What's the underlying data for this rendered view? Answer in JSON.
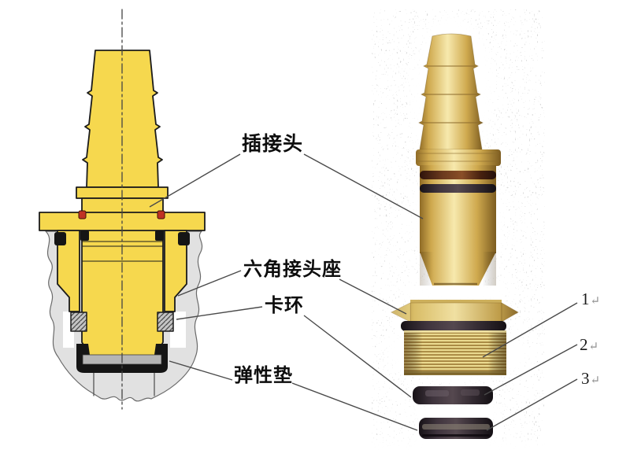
{
  "figure": {
    "part_labels": [
      {
        "id": "plug-connector",
        "text": "插接头"
      },
      {
        "id": "hex-seat",
        "text": "六角接头座"
      },
      {
        "id": "snap-ring",
        "text": "卡环"
      },
      {
        "id": "elastic-pad",
        "text": "弹性垫"
      }
    ],
    "callouts": [
      {
        "text": "1",
        "mark": "↵"
      },
      {
        "text": "2",
        "mark": "↵"
      },
      {
        "text": "3",
        "mark": "↵"
      }
    ],
    "colors": {
      "drawing_yellow": "#f6d84e",
      "drawing_outline": "#1b1b1b",
      "section_gray": "#e1e1e1",
      "hatch_gray": "#c4c4c4",
      "oring_red": "#c03224",
      "seal_black": "#151515",
      "brass_light": "#f7e9ad",
      "brass_dark": "#8f6b26",
      "leader_line": "#4a4a4a",
      "return_mark_gray": "#8f8f8f"
    }
  }
}
